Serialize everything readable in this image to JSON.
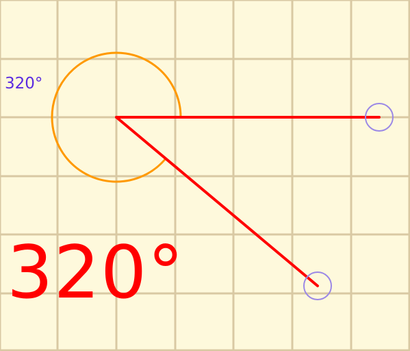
{
  "colors": {
    "background": "#fef9dc",
    "grid": "#d9c9a3",
    "arms": "#ff0000",
    "arc": "#ff9900",
    "handles": "#9b88e6",
    "small_label": "#5b2be0",
    "big_label": "#ff0000"
  },
  "angle": {
    "degrees": 320,
    "label_small": "320°",
    "label_big": "320°"
  },
  "handles": {
    "icon": "circle-handle"
  }
}
